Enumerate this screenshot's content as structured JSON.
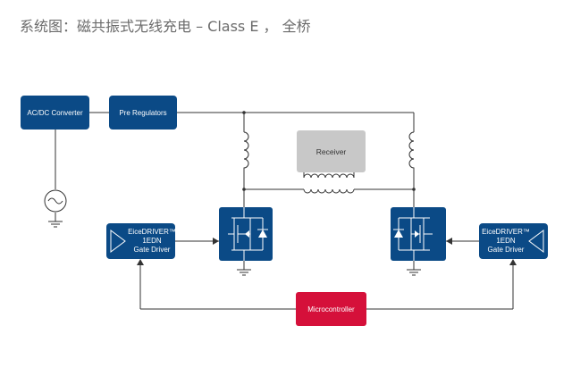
{
  "title": "系统图：磁共振式无线充电 – Class E ， 全桥",
  "blocks": {
    "acdc": "AC/DC Converter",
    "pre": "Pre Regulators",
    "receiver": "Receiver",
    "driver_left": {
      "line1": "EiceDRIVER™",
      "line2": "1EDN",
      "line3": "Gate Driver"
    },
    "driver_right": {
      "line1": "EiceDRIVER™",
      "line2": "1EDN",
      "line3": "Gate Driver"
    },
    "mcu": "Microcontroller"
  },
  "colors": {
    "block_blue": "#0b4a86",
    "mcu_red": "#d5103a",
    "receiver_gray": "#c8c8c8",
    "wire": "#333333"
  }
}
